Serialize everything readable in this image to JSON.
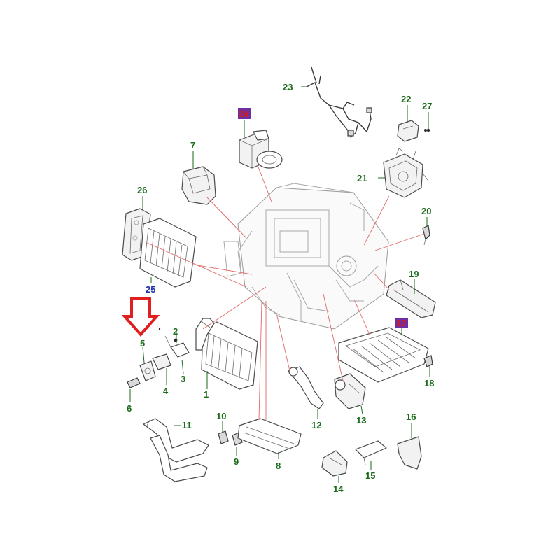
{
  "colors": {
    "callout_green": "#1a6b1a",
    "callout_blue": "#1f2fa8",
    "callout_red": "#d21d1d",
    "highlight_box": "#6e2fa0",
    "arrow_red": "#e02020",
    "leader_red": "#e06a6a"
  },
  "callouts": {
    "c1": "1",
    "c2": "2",
    "c3": "3",
    "c4": "4",
    "c5": "5",
    "c6": "6",
    "c7": "7",
    "c8": "8",
    "c9": "9",
    "c10": "10",
    "c11": "11",
    "c12": "12",
    "c13": "13",
    "c14": "14",
    "c15": "15",
    "c16": "16",
    "c17": "17",
    "c18": "18",
    "c19": "19",
    "c20": "20",
    "c21": "21",
    "c22": "22",
    "c23": "23",
    "c24": "24",
    "c25": "25",
    "c26": "26",
    "c27": "27"
  },
  "icons": {
    "pointer": "down-arrow-outline-icon"
  }
}
